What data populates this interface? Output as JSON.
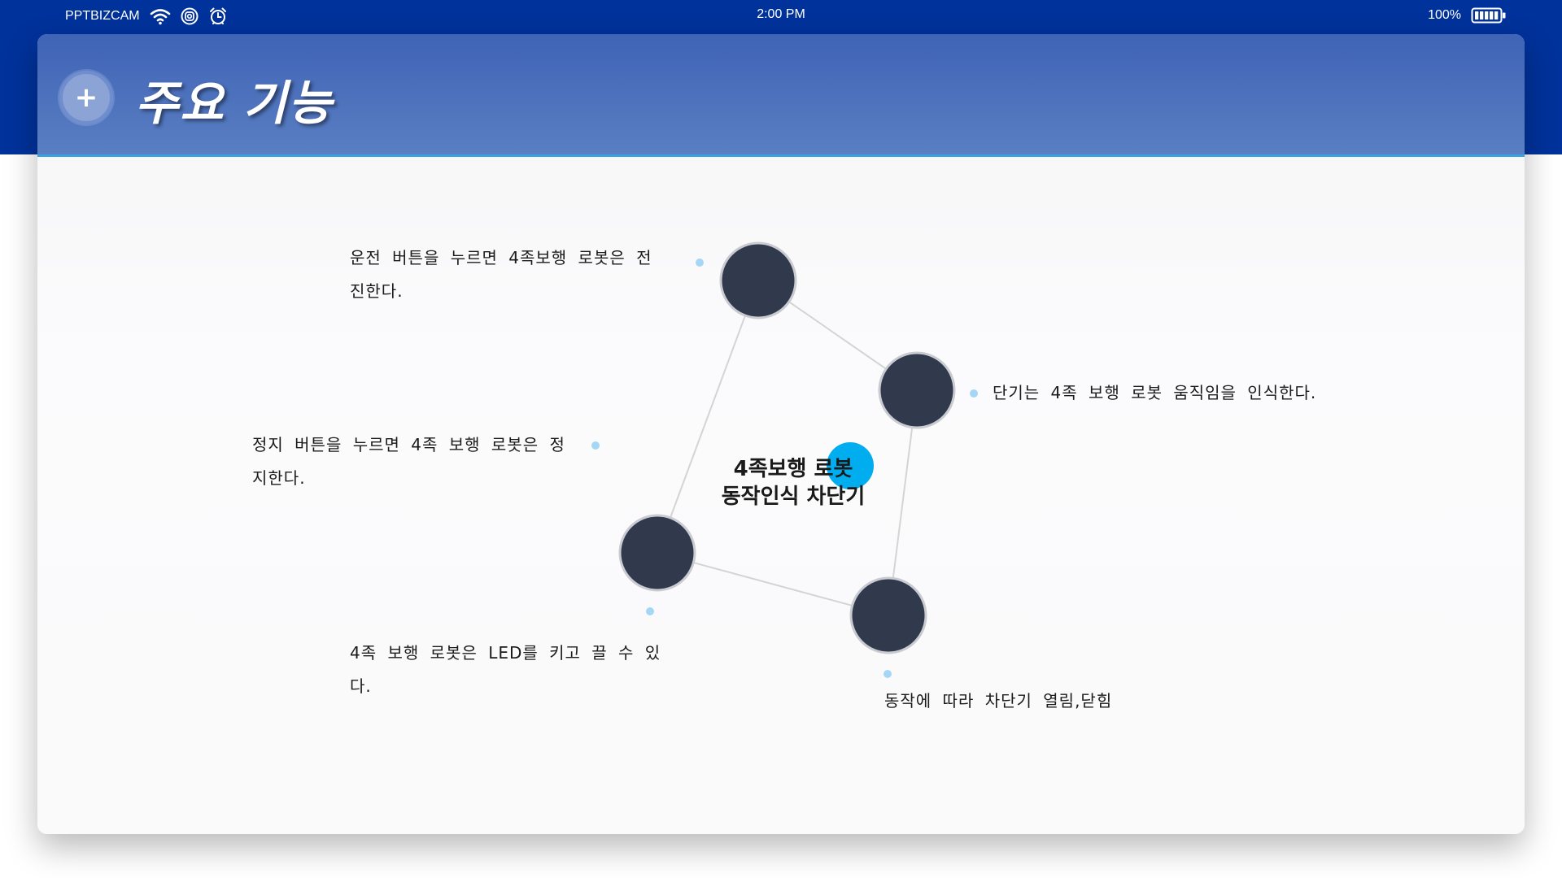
{
  "status_bar": {
    "carrier": "PPTBIZCAM",
    "time": "2:00 PM",
    "battery": "100%",
    "icons": [
      "wifi-icon",
      "instagram-icon",
      "alarm-clock-icon",
      "battery-icon"
    ]
  },
  "header": {
    "plus_label": "+",
    "title": "주요 기능"
  },
  "diagram": {
    "center_label_line1": "4족보행 로봇",
    "center_label_line2": "동작인식 차단기",
    "features": [
      {
        "line1": "운전 버튼을 누르면 4족보행 로봇은 전",
        "line2": "진한다."
      },
      {
        "line1": "단기는 4족 보행 로봇 움직임을 인식한다.",
        "line2": ""
      },
      {
        "line1": "정지 버튼을 누르면 4족 보행 로봇은 정",
        "line2": "지한다."
      },
      {
        "line1": "4족 보행 로봇은 LED를 키고 끌 수 있",
        "line2": "다."
      },
      {
        "line1": "동작에 따라 차단기 열림,닫힘",
        "line2": ""
      }
    ]
  },
  "colors": {
    "status_bar": "#00329b",
    "header_top": "#3f63b6",
    "header_bottom": "#5a7fc2",
    "node_fill": "#313a4d",
    "accent_dot": "#00aeef",
    "connector_dot": "#a6d6f5",
    "edge": "#d4d4d4"
  }
}
